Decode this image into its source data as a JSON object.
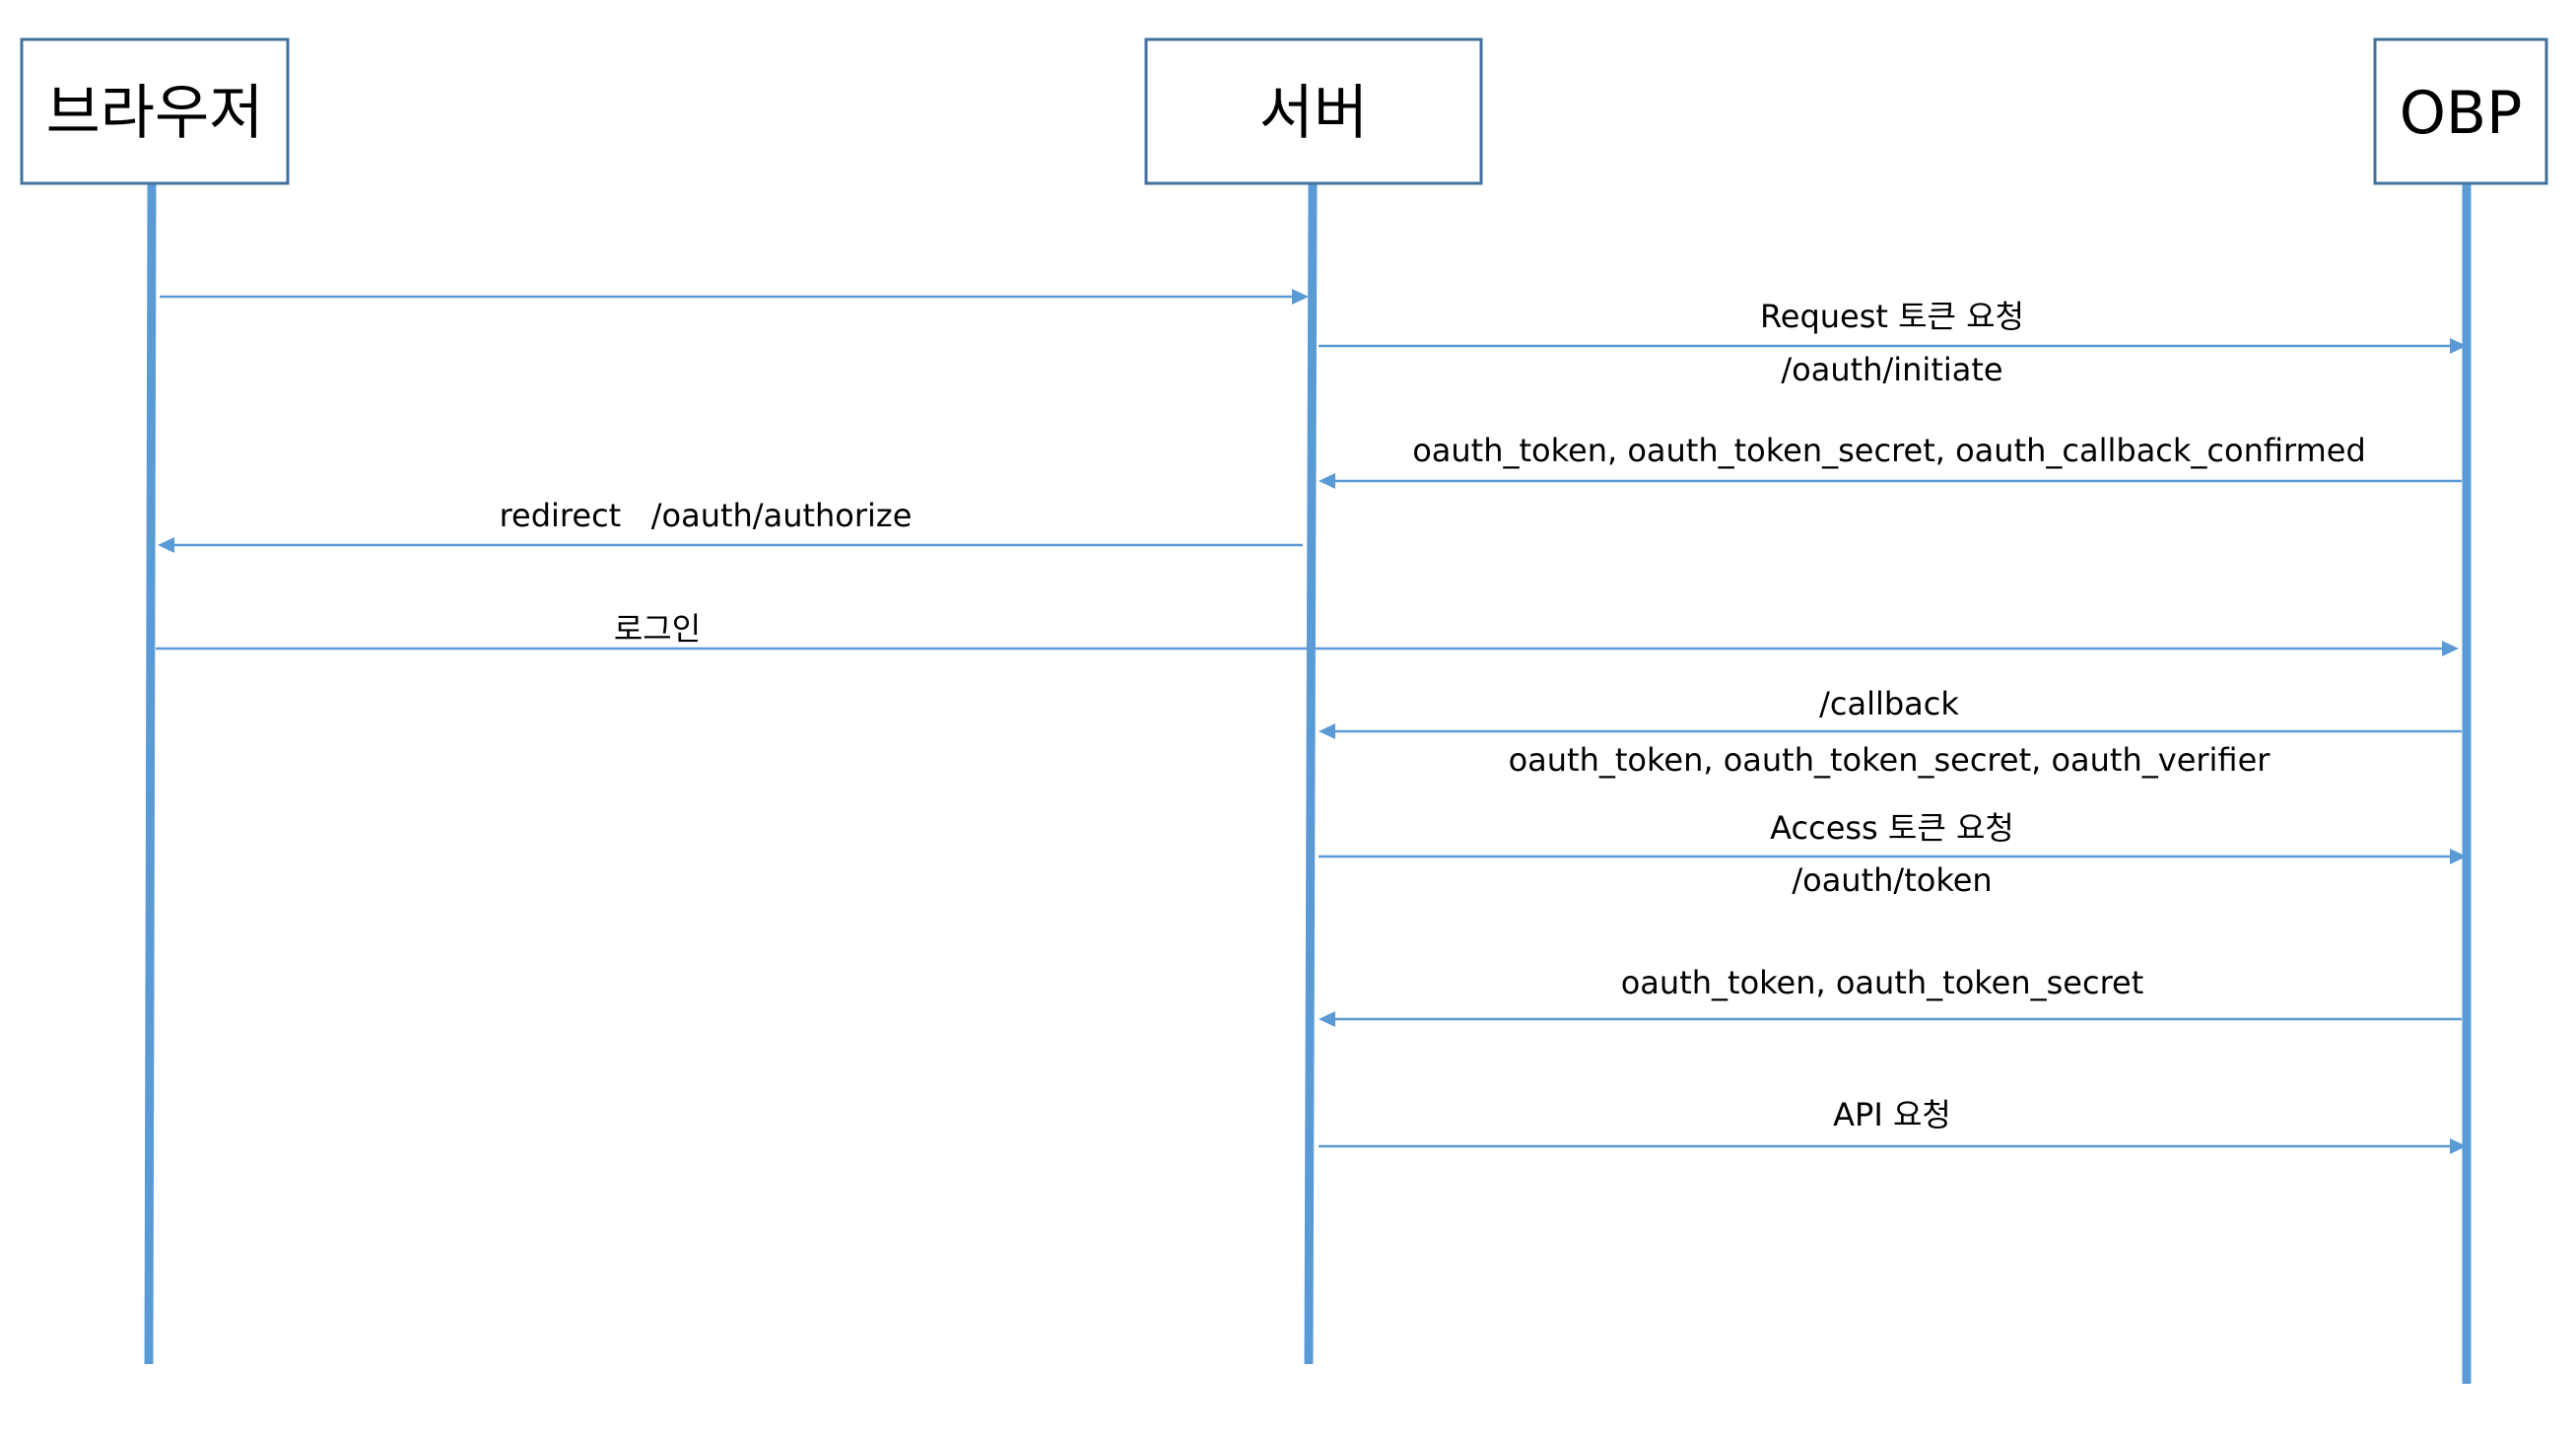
{
  "colors": {
    "lifeline": "#5b9bd5",
    "box_border": "#41719c",
    "text": "#000000"
  },
  "actors": [
    {
      "id": "browser",
      "label": "브라우저"
    },
    {
      "id": "server",
      "label": "서버"
    },
    {
      "id": "obp",
      "label": "OBP"
    }
  ],
  "messages": [
    {
      "from": "browser",
      "to": "server",
      "above": "",
      "below": ""
    },
    {
      "from": "server",
      "to": "obp",
      "above": "Request 토큰 요청",
      "below": "/oauth/initiate"
    },
    {
      "from": "obp",
      "to": "server",
      "above": "oauth_token, oauth_token_secret, oauth_callback_confirmed",
      "below": ""
    },
    {
      "from": "server",
      "to": "browser",
      "above": "redirect   /oauth/authorize",
      "below": ""
    },
    {
      "from": "browser",
      "to": "obp",
      "above": "로그인",
      "below": ""
    },
    {
      "from": "obp",
      "to": "server",
      "above": "/callback",
      "below": "oauth_token, oauth_token_secret, oauth_verifier"
    },
    {
      "from": "server",
      "to": "obp",
      "above": "Access 토큰 요청",
      "below": "/oauth/token"
    },
    {
      "from": "obp",
      "to": "server",
      "above": "oauth_token, oauth_token_secret",
      "below": ""
    },
    {
      "from": "server",
      "to": "obp",
      "above": "API 요청",
      "below": ""
    }
  ]
}
